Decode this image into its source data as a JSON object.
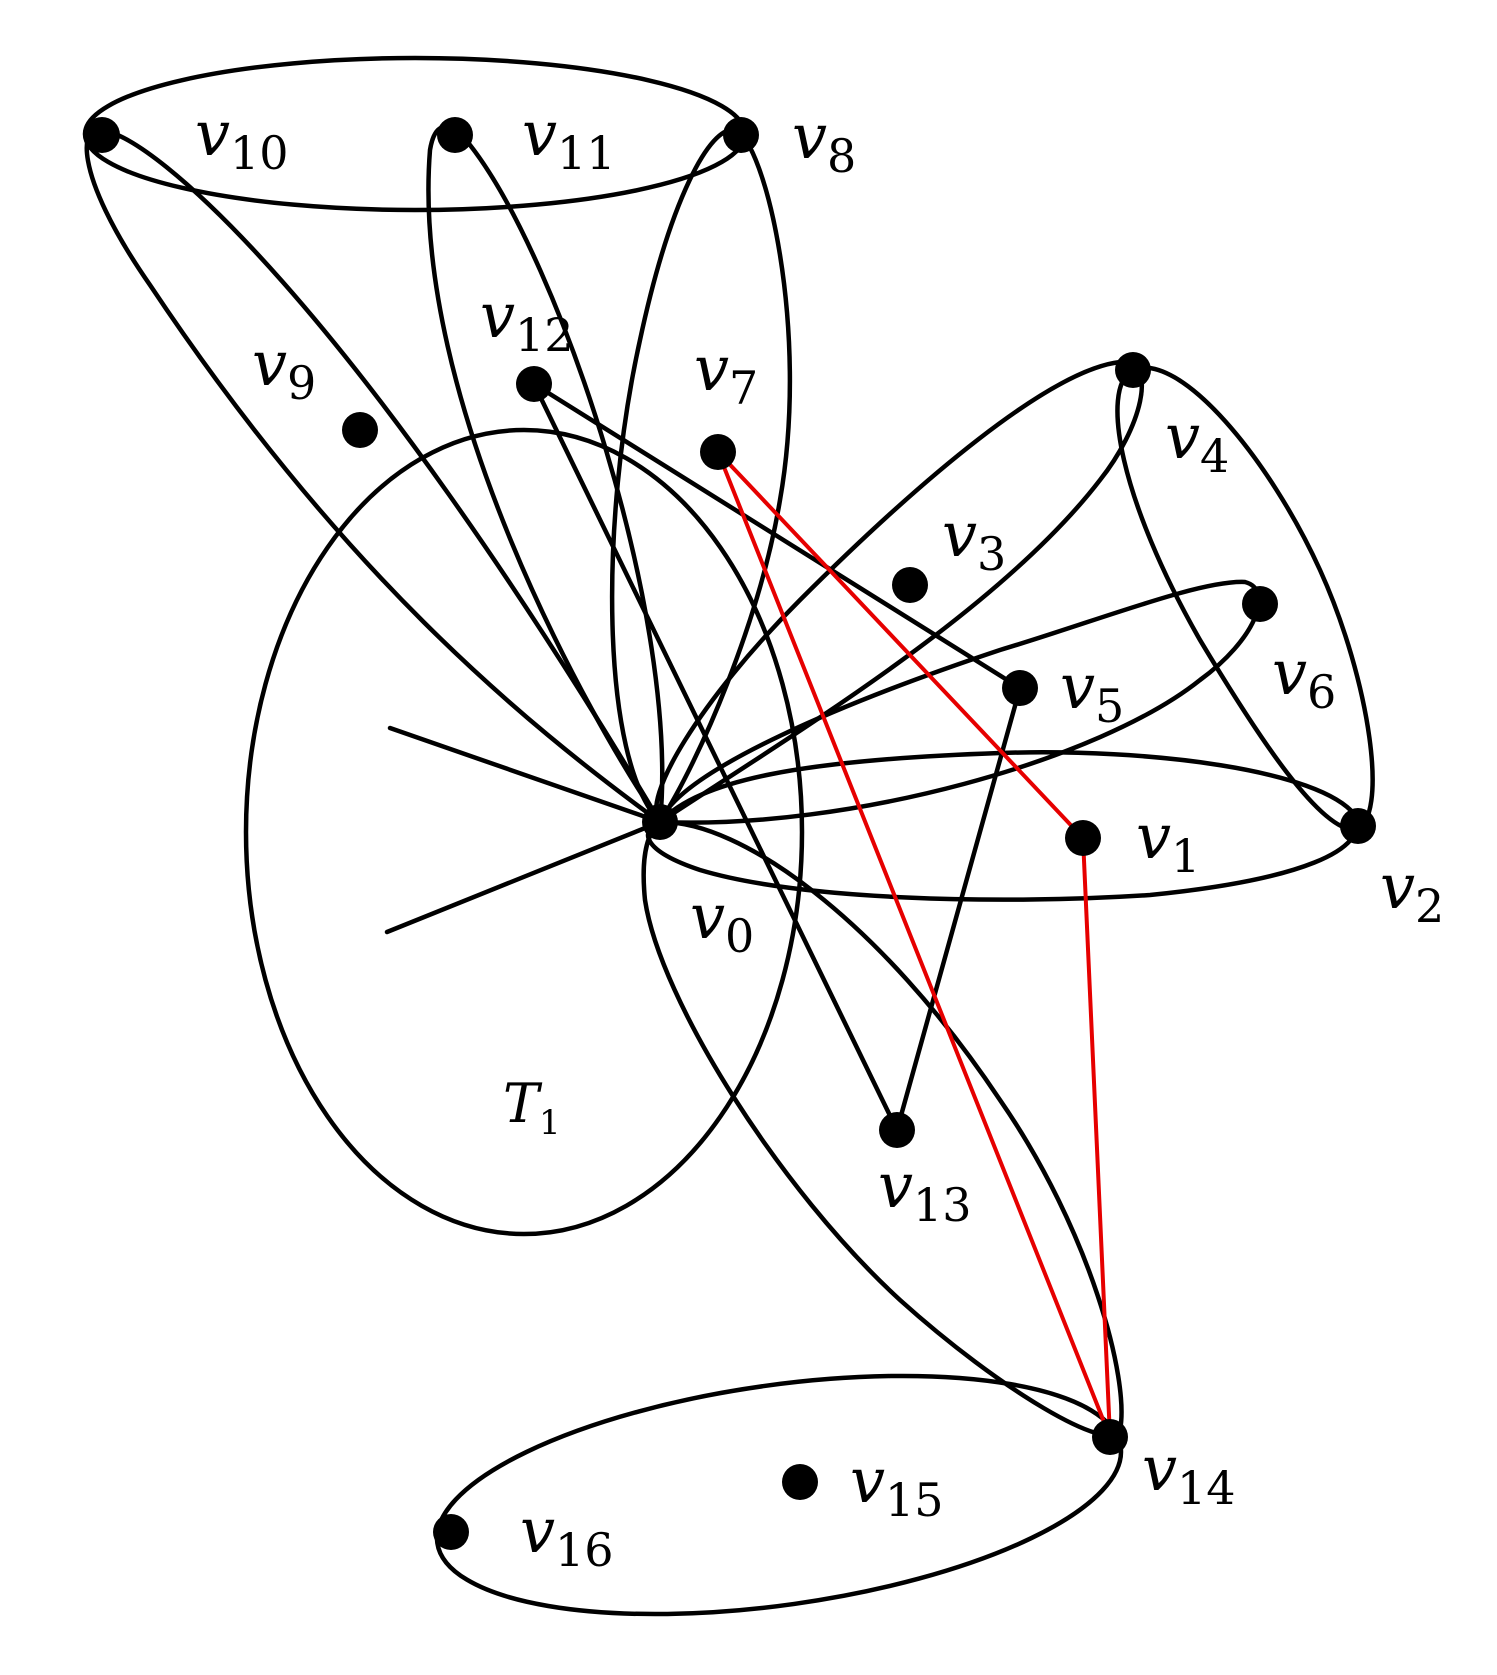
{
  "vertices": [
    {
      "id": "v0",
      "label": "v",
      "sub": "0"
    },
    {
      "id": "v1",
      "label": "v",
      "sub": "1"
    },
    {
      "id": "v2",
      "label": "v",
      "sub": "2"
    },
    {
      "id": "v3",
      "label": "v",
      "sub": "3"
    },
    {
      "id": "v4",
      "label": "v",
      "sub": "4"
    },
    {
      "id": "v5",
      "label": "v",
      "sub": "5"
    },
    {
      "id": "v6",
      "label": "v",
      "sub": "6"
    },
    {
      "id": "v7",
      "label": "v",
      "sub": "7"
    },
    {
      "id": "v8",
      "label": "v",
      "sub": "8"
    },
    {
      "id": "v9",
      "label": "v",
      "sub": "9"
    },
    {
      "id": "v10",
      "label": "v",
      "sub": "10"
    },
    {
      "id": "v11",
      "label": "v",
      "sub": "11"
    },
    {
      "id": "v12",
      "label": "v",
      "sub": "12"
    },
    {
      "id": "v13",
      "label": "v",
      "sub": "13"
    },
    {
      "id": "v14",
      "label": "v",
      "sub": "14"
    },
    {
      "id": "v15",
      "label": "v",
      "sub": "15"
    },
    {
      "id": "v16",
      "label": "v",
      "sub": "16"
    }
  ],
  "region_label": {
    "label": "T",
    "sub": "1"
  },
  "edges": [
    {
      "from": "v12",
      "to": "v5",
      "color": "#000000"
    },
    {
      "from": "v12",
      "to": "v13",
      "color": "#000000"
    },
    {
      "from": "v5",
      "to": "v13",
      "color": "#000000"
    },
    {
      "from": "v7",
      "to": "v1",
      "color": "#e60000"
    },
    {
      "from": "v7",
      "to": "v14",
      "color": "#e60000"
    },
    {
      "from": "v1",
      "to": "v14",
      "color": "#e60000"
    }
  ],
  "hyperedges": [
    {
      "name": "v8-v10-v11"
    },
    {
      "name": "v0-v10"
    },
    {
      "name": "v0-v11"
    },
    {
      "name": "v0-v8"
    },
    {
      "name": "v2-v4"
    },
    {
      "name": "v0-v4"
    },
    {
      "name": "v0-v6"
    },
    {
      "name": "v0-v2"
    },
    {
      "name": "v0-v14"
    },
    {
      "name": "v14-v15-v16"
    }
  ],
  "colors": {
    "black": "#000000",
    "red": "#e60000",
    "background": "#ffffff"
  }
}
